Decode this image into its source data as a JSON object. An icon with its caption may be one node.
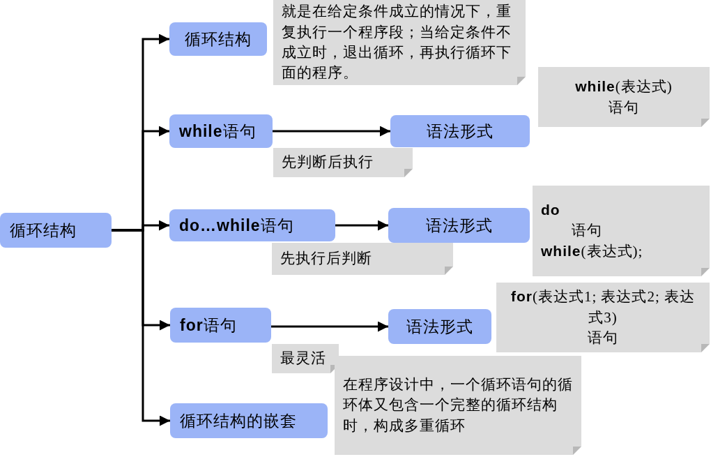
{
  "diagram": {
    "nodes": [
      {
        "text": [
          "循环结构"
        ]
      },
      {
        "text": [
          "循环结构"
        ]
      },
      {
        "text": [
          "就是在给定条件成立的情况下，重复执行一个程序段；当给定条件不成立时，退出循环，再执行循环下面的程序。"
        ]
      },
      {
        "text": [
          "**while**语句"
        ]
      },
      {
        "text": [
          "先判断后执行"
        ]
      },
      {
        "text": [
          "语法形式"
        ]
      },
      {
        "text": [
          "**while**(表达式)",
          "语句"
        ]
      },
      {
        "text": [
          "**do…while**语句"
        ]
      },
      {
        "text": [
          "先执行后判断"
        ]
      },
      {
        "text": [
          "语法形式"
        ]
      },
      {
        "text": [
          "**do**",
          "语句",
          "**while**(表达式);"
        ]
      },
      {
        "text": [
          "**for**语句"
        ]
      },
      {
        "text": [
          "最灵活"
        ]
      },
      {
        "text": [
          "语法形式"
        ]
      },
      {
        "text": [
          "**for**(表达式1; 表达式2; 表达式3)",
          "语句"
        ]
      },
      {
        "text": [
          "循环结构的嵌套"
        ]
      },
      {
        "text": [
          "在程序设计中，一个循环语句的循环体又包含一个完整的循环结构时，构成多重循环"
        ]
      }
    ],
    "edges": [
      {
        "from": 0,
        "to": 1,
        "arrow": "to"
      },
      {
        "from": 0,
        "to": 3,
        "arrow": "to"
      },
      {
        "from": 0,
        "to": 7,
        "arrow": "to"
      },
      {
        "from": 0,
        "to": 11,
        "arrow": "to"
      },
      {
        "from": 0,
        "to": 15,
        "arrow": "to"
      },
      {
        "from": 3,
        "to": 5,
        "arrow": "to"
      },
      {
        "from": 7,
        "to": 9,
        "arrow": "to"
      },
      {
        "from": 11,
        "to": 13,
        "arrow": "to"
      }
    ]
  }
}
